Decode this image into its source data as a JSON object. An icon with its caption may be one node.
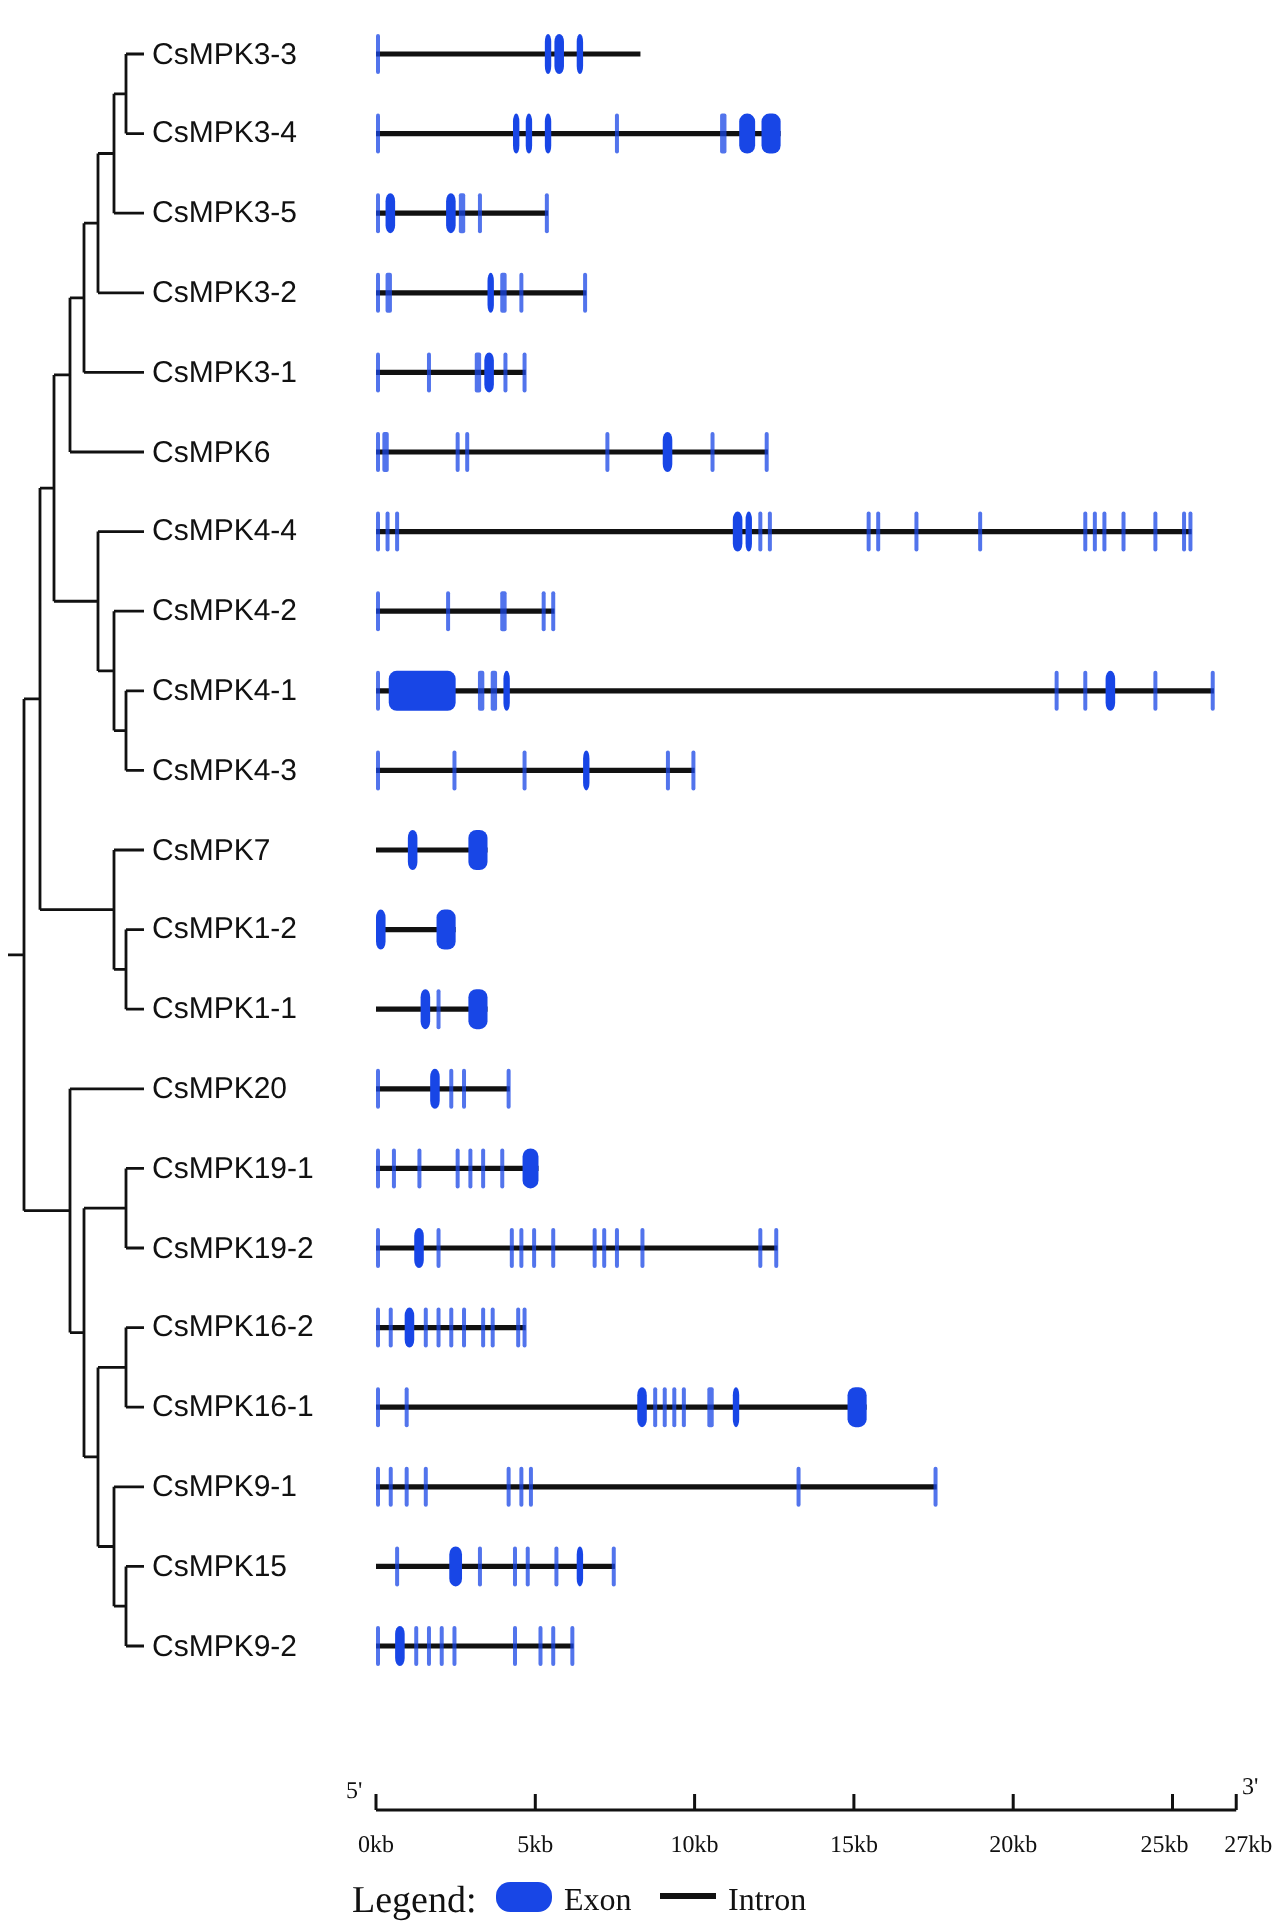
{
  "diagram": {
    "labels": [
      "CsMPK3-3",
      "CsMPK3-4",
      "CsMPK3-5",
      "CsMPK3-2",
      "CsMPK3-1",
      "CsMPK6",
      "CsMPK4-4",
      "CsMPK4-2",
      "CsMPK4-1",
      "CsMPK4-3",
      "CsMPK7",
      "CsMPK1-2",
      "CsMPK1-1",
      "CsMPK20",
      "CsMPK19-1",
      "CsMPK19-2",
      "CsMPK16-2",
      "CsMPK16-1",
      "CsMPK9-1",
      "CsMPK15",
      "CsMPK9-2",
      "5'",
      "3'",
      "0kb",
      "5kb",
      "10kb",
      "15kb",
      "20kb",
      "25kb",
      "27kb",
      "Legend:"
    ],
    "legend": [
      {
        "text": "Exon",
        "color": "#1846e6"
      },
      {
        "text": "Intron"
      }
    ]
  }
}
